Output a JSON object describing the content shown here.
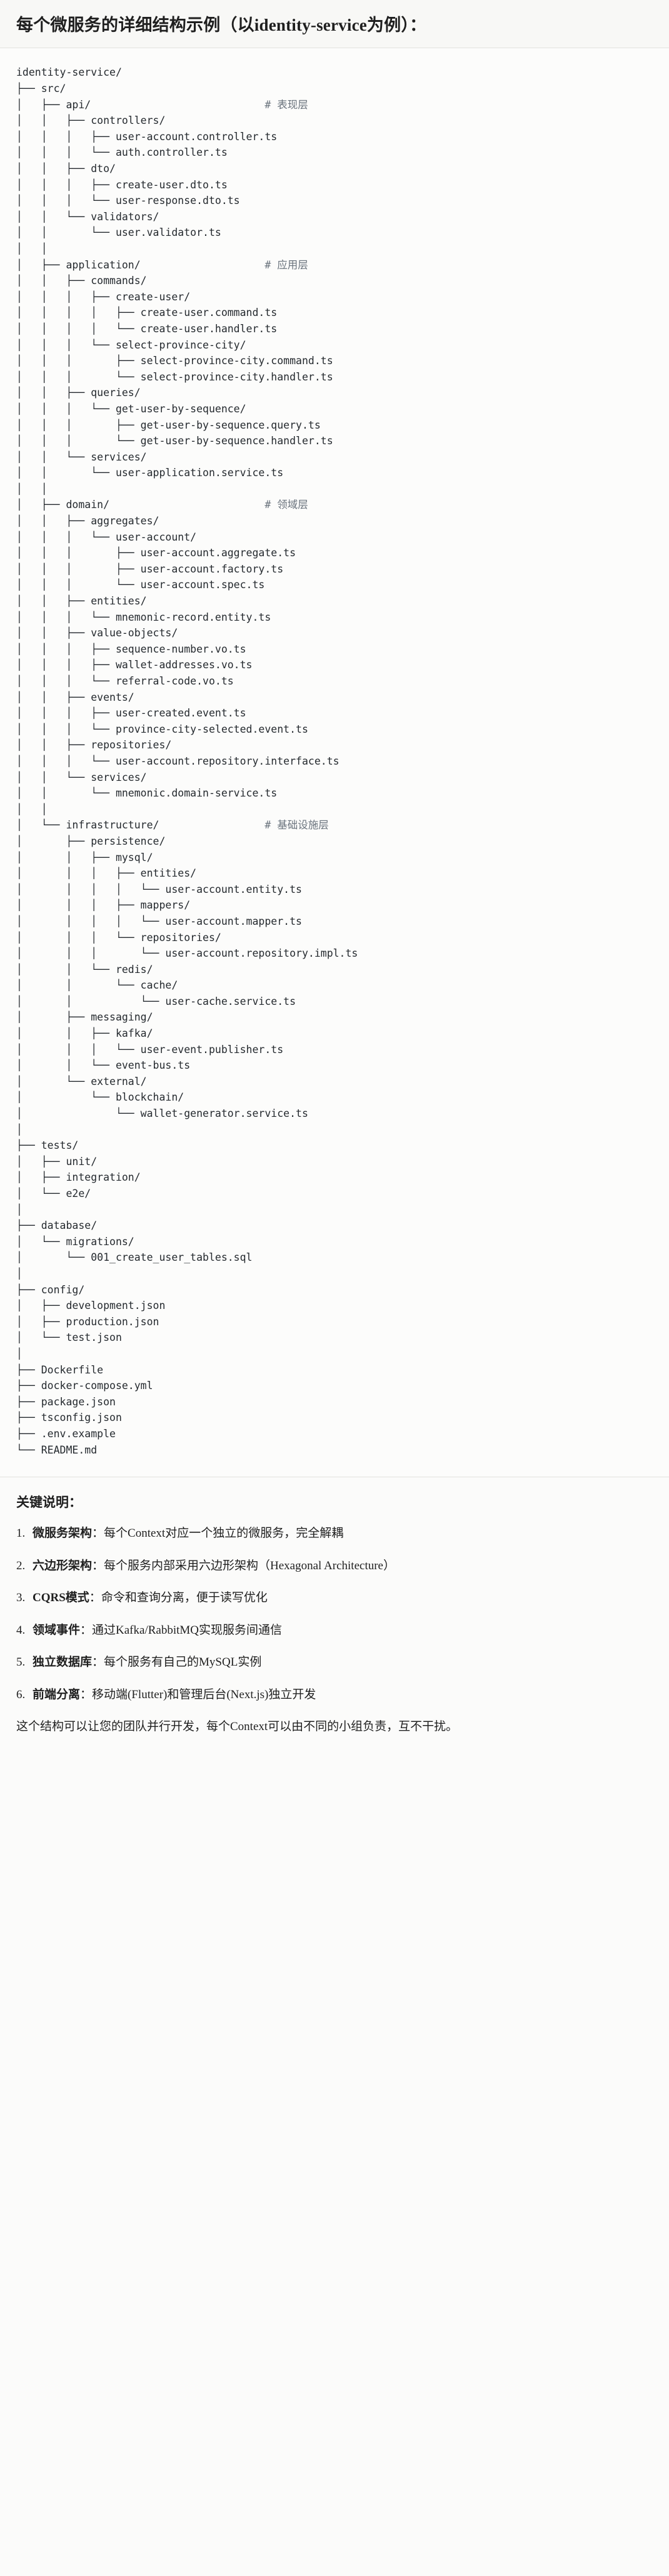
{
  "header": {
    "title": "每个微服务的详细结构示例（以identity-service为例）："
  },
  "tree": {
    "root": "identity-service/",
    "lines": [
      {
        "path": "identity-service/",
        "comment": ""
      },
      {
        "path": "├── src/",
        "comment": ""
      },
      {
        "path": "│   ├── api/",
        "comment": "# 表现层"
      },
      {
        "path": "│   │   ├── controllers/",
        "comment": ""
      },
      {
        "path": "│   │   │   ├── user-account.controller.ts",
        "comment": ""
      },
      {
        "path": "│   │   │   └── auth.controller.ts",
        "comment": ""
      },
      {
        "path": "│   │   ├── dto/",
        "comment": ""
      },
      {
        "path": "│   │   │   ├── create-user.dto.ts",
        "comment": ""
      },
      {
        "path": "│   │   │   └── user-response.dto.ts",
        "comment": ""
      },
      {
        "path": "│   │   └── validators/",
        "comment": ""
      },
      {
        "path": "│   │       └── user.validator.ts",
        "comment": ""
      },
      {
        "path": "│   │",
        "comment": ""
      },
      {
        "path": "│   ├── application/",
        "comment": "# 应用层"
      },
      {
        "path": "│   │   ├── commands/",
        "comment": ""
      },
      {
        "path": "│   │   │   ├── create-user/",
        "comment": ""
      },
      {
        "path": "│   │   │   │   ├── create-user.command.ts",
        "comment": ""
      },
      {
        "path": "│   │   │   │   └── create-user.handler.ts",
        "comment": ""
      },
      {
        "path": "│   │   │   └── select-province-city/",
        "comment": ""
      },
      {
        "path": "│   │   │       ├── select-province-city.command.ts",
        "comment": ""
      },
      {
        "path": "│   │   │       └── select-province-city.handler.ts",
        "comment": ""
      },
      {
        "path": "│   │   ├── queries/",
        "comment": ""
      },
      {
        "path": "│   │   │   └── get-user-by-sequence/",
        "comment": ""
      },
      {
        "path": "│   │   │       ├── get-user-by-sequence.query.ts",
        "comment": ""
      },
      {
        "path": "│   │   │       └── get-user-by-sequence.handler.ts",
        "comment": ""
      },
      {
        "path": "│   │   └── services/",
        "comment": ""
      },
      {
        "path": "│   │       └── user-application.service.ts",
        "comment": ""
      },
      {
        "path": "│   │",
        "comment": ""
      },
      {
        "path": "│   ├── domain/",
        "comment": "# 领域层"
      },
      {
        "path": "│   │   ├── aggregates/",
        "comment": ""
      },
      {
        "path": "│   │   │   └── user-account/",
        "comment": ""
      },
      {
        "path": "│   │   │       ├── user-account.aggregate.ts",
        "comment": ""
      },
      {
        "path": "│   │   │       ├── user-account.factory.ts",
        "comment": ""
      },
      {
        "path": "│   │   │       └── user-account.spec.ts",
        "comment": ""
      },
      {
        "path": "│   │   ├── entities/",
        "comment": ""
      },
      {
        "path": "│   │   │   └── mnemonic-record.entity.ts",
        "comment": ""
      },
      {
        "path": "│   │   ├── value-objects/",
        "comment": ""
      },
      {
        "path": "│   │   │   ├── sequence-number.vo.ts",
        "comment": ""
      },
      {
        "path": "│   │   │   ├── wallet-addresses.vo.ts",
        "comment": ""
      },
      {
        "path": "│   │   │   └── referral-code.vo.ts",
        "comment": ""
      },
      {
        "path": "│   │   ├── events/",
        "comment": ""
      },
      {
        "path": "│   │   │   ├── user-created.event.ts",
        "comment": ""
      },
      {
        "path": "│   │   │   └── province-city-selected.event.ts",
        "comment": ""
      },
      {
        "path": "│   │   ├── repositories/",
        "comment": ""
      },
      {
        "path": "│   │   │   └── user-account.repository.interface.ts",
        "comment": ""
      },
      {
        "path": "│   │   └── services/",
        "comment": ""
      },
      {
        "path": "│   │       └── mnemonic.domain-service.ts",
        "comment": ""
      },
      {
        "path": "│   │",
        "comment": ""
      },
      {
        "path": "│   └── infrastructure/",
        "comment": "# 基础设施层"
      },
      {
        "path": "│       ├── persistence/",
        "comment": ""
      },
      {
        "path": "│       │   ├── mysql/",
        "comment": ""
      },
      {
        "path": "│       │   │   ├── entities/",
        "comment": ""
      },
      {
        "path": "│       │   │   │   └── user-account.entity.ts",
        "comment": ""
      },
      {
        "path": "│       │   │   ├── mappers/",
        "comment": ""
      },
      {
        "path": "│       │   │   │   └── user-account.mapper.ts",
        "comment": ""
      },
      {
        "path": "│       │   │   └── repositories/",
        "comment": ""
      },
      {
        "path": "│       │   │       └── user-account.repository.impl.ts",
        "comment": ""
      },
      {
        "path": "│       │   └── redis/",
        "comment": ""
      },
      {
        "path": "│       │       └── cache/",
        "comment": ""
      },
      {
        "path": "│       │           └── user-cache.service.ts",
        "comment": ""
      },
      {
        "path": "│       ├── messaging/",
        "comment": ""
      },
      {
        "path": "│       │   ├── kafka/",
        "comment": ""
      },
      {
        "path": "│       │   │   └── user-event.publisher.ts",
        "comment": ""
      },
      {
        "path": "│       │   └── event-bus.ts",
        "comment": ""
      },
      {
        "path": "│       └── external/",
        "comment": ""
      },
      {
        "path": "│           └── blockchain/",
        "comment": ""
      },
      {
        "path": "│               └── wallet-generator.service.ts",
        "comment": ""
      },
      {
        "path": "│",
        "comment": ""
      },
      {
        "path": "├── tests/",
        "comment": ""
      },
      {
        "path": "│   ├── unit/",
        "comment": ""
      },
      {
        "path": "│   ├── integration/",
        "comment": ""
      },
      {
        "path": "│   └── e2e/",
        "comment": ""
      },
      {
        "path": "│",
        "comment": ""
      },
      {
        "path": "├── database/",
        "comment": ""
      },
      {
        "path": "│   └── migrations/",
        "comment": ""
      },
      {
        "path": "│       └── 001_create_user_tables.sql",
        "comment": ""
      },
      {
        "path": "│",
        "comment": ""
      },
      {
        "path": "├── config/",
        "comment": ""
      },
      {
        "path": "│   ├── development.json",
        "comment": ""
      },
      {
        "path": "│   ├── production.json",
        "comment": ""
      },
      {
        "path": "│   └── test.json",
        "comment": ""
      },
      {
        "path": "│",
        "comment": ""
      },
      {
        "path": "├── Dockerfile",
        "comment": ""
      },
      {
        "path": "├── docker-compose.yml",
        "comment": ""
      },
      {
        "path": "├── package.json",
        "comment": ""
      },
      {
        "path": "├── tsconfig.json",
        "comment": ""
      },
      {
        "path": "├── .env.example",
        "comment": ""
      },
      {
        "path": "└── README.md",
        "comment": ""
      }
    ]
  },
  "notes": {
    "title": "关键说明：",
    "items": [
      {
        "term": "微服务架构",
        "sep": "：",
        "text": "每个Context对应一个独立的微服务，完全解耦"
      },
      {
        "term": "六边形架构",
        "sep": "：",
        "text": "每个服务内部采用六边形架构（Hexagonal Architecture）"
      },
      {
        "term": "CQRS模式",
        "sep": "：",
        "text": "命令和查询分离，便于读写优化"
      },
      {
        "term": "领域事件",
        "sep": "：",
        "text": "通过Kafka/RabbitMQ实现服务间通信"
      },
      {
        "term": "独立数据库",
        "sep": "：",
        "text": "每个服务有自己的MySQL实例"
      },
      {
        "term": "前端分离",
        "sep": "：",
        "text": "移动端(Flutter)和管理后台(Next.js)独立开发"
      }
    ],
    "closing": "这个结构可以让您的团队并行开发，每个Context可以由不同的小组负责，互不干扰。"
  },
  "colors": {
    "page_background": "#fbfbfa",
    "header_background": "#f8f8f6",
    "code_text": "#24292e",
    "comment_text": "#6a737d",
    "divider": "#e3e3df"
  }
}
